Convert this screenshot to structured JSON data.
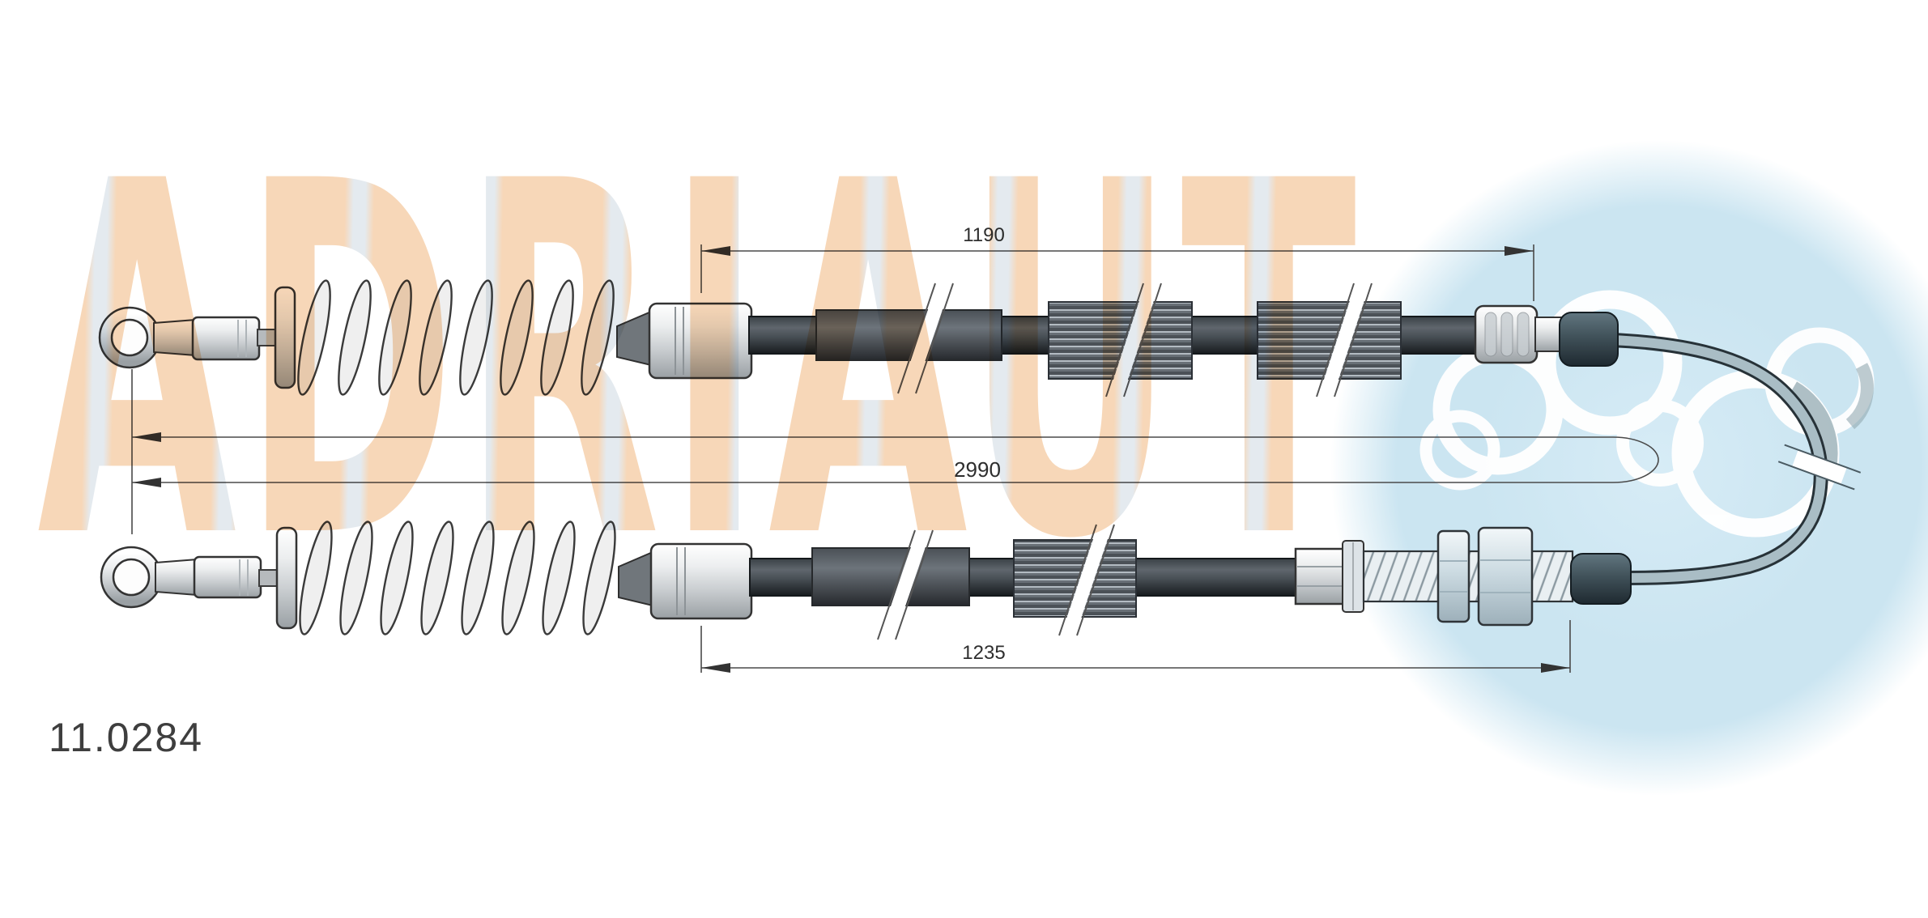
{
  "product": {
    "part_number": "11.0284"
  },
  "watermark": {
    "text": "ADRIAUT"
  },
  "dimensions": {
    "upper_sheath_mm": "1190",
    "overall_cable_mm": "2990",
    "lower_sheath_mm": "1235"
  },
  "colors": {
    "watermark_peach": "#f7d7b8",
    "logo_light_blue": "#cbe5f1",
    "logo_ring_white": "#ffffff",
    "cable_dark": "#2e3438",
    "metal_light": "#e8eaec",
    "boot_teal": "#41525a",
    "dimension_line": "#4a4a4a"
  }
}
